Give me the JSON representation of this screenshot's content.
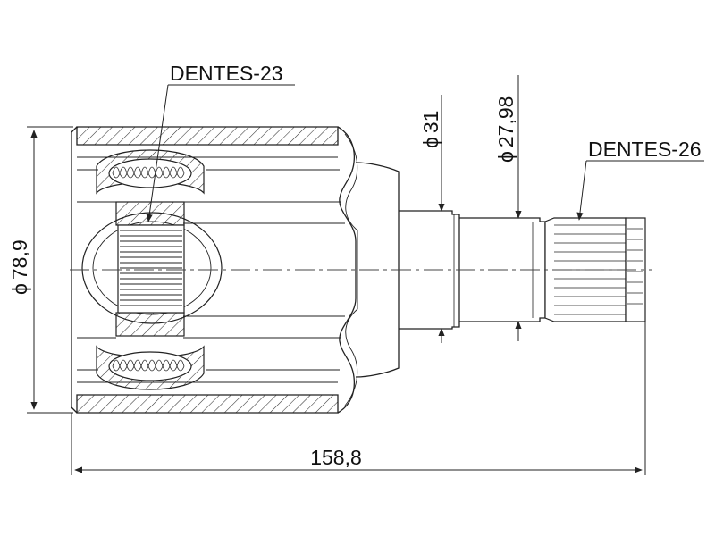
{
  "labels": {
    "teeth_internal": "DENTES-23",
    "teeth_shaft": "DENTES-26",
    "housing_diameter": "78,9",
    "shaft_diameter_1": "31",
    "shaft_diameter_2": "27,98",
    "overall_length": "158,8",
    "diameter_symbol": "ϕ"
  },
  "colors": {
    "line": "#222222",
    "hatch": "#333333",
    "fill": "#ffffff",
    "center_line": "#444444"
  }
}
